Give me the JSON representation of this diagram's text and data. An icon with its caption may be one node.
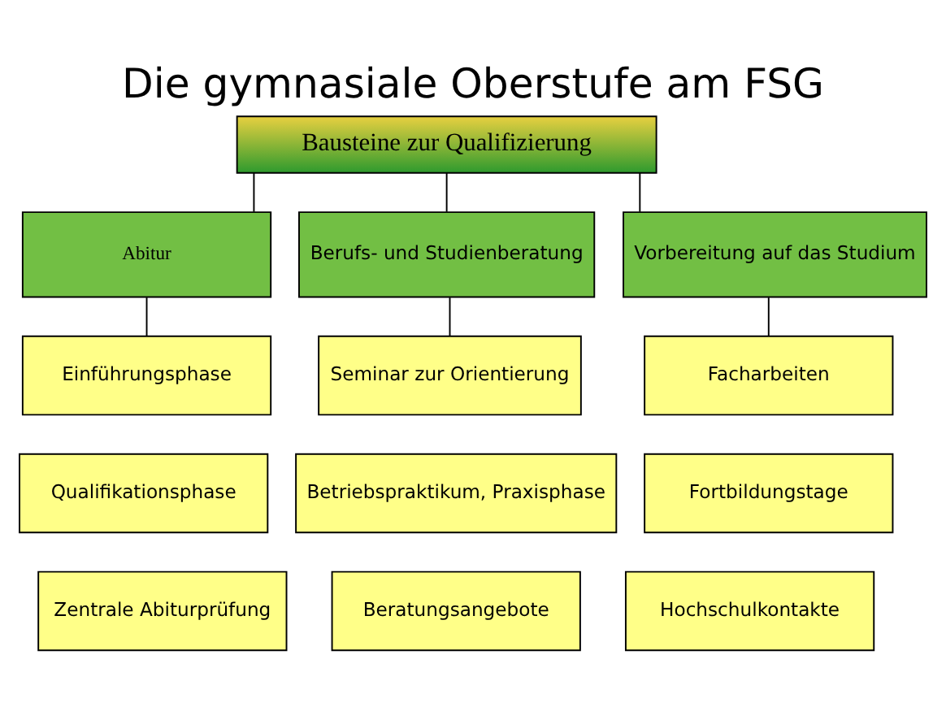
{
  "diagram": {
    "title": "Die gymnasiale Oberstufe am FSG",
    "nodes": [
      {
        "text": [
          "Bausteine zur Qualifizierung"
        ]
      },
      {
        "text": [
          "Abitur"
        ]
      },
      {
        "text": [
          "Berufs- und Studienberatung"
        ]
      },
      {
        "text": [
          "Vorbereitung auf das Studium"
        ]
      },
      {
        "text": [
          "Einführungsphase"
        ]
      },
      {
        "text": [
          "Seminar zur Orientierung"
        ]
      },
      {
        "text": [
          "Facharbeiten"
        ]
      },
      {
        "text": [
          "Qualifikationsphase"
        ]
      },
      {
        "text": [
          "Betriebspraktikum, Praxisphase"
        ]
      },
      {
        "text": [
          "Fortbildungstage"
        ]
      },
      {
        "text": [
          "Zentrale Abiturprüfung"
        ]
      },
      {
        "text": [
          "Beratungsangebote"
        ]
      },
      {
        "text": [
          "Hochschulkontakte"
        ]
      }
    ],
    "edges": [
      {
        "from": 0,
        "to": 1,
        "arrow": "none"
      },
      {
        "from": 0,
        "to": 2,
        "arrow": "none"
      },
      {
        "from": 0,
        "to": 3,
        "arrow": "none"
      },
      {
        "from": 1,
        "to": 4,
        "arrow": "none"
      },
      {
        "from": 2,
        "to": 5,
        "arrow": "none"
      },
      {
        "from": 3,
        "to": 6,
        "arrow": "none"
      }
    ]
  }
}
